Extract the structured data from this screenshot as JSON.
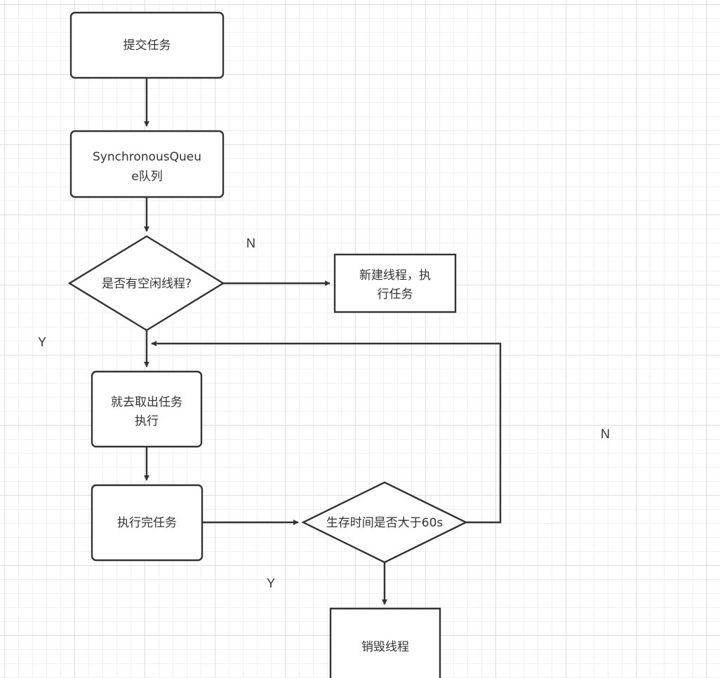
{
  "diagram": {
    "line_color": "#333333",
    "nodes": {
      "submit_task": {
        "lines": [
          "提交任务"
        ]
      },
      "sync_queue": {
        "lines": [
          "SynchronousQueu",
          "e队列"
        ]
      },
      "idle_thread_check": {
        "lines": [
          "是否有空闲线程?"
        ]
      },
      "new_thread": {
        "lines": [
          "新建线程，执",
          "行任务"
        ]
      },
      "take_task": {
        "lines": [
          "就去取出任务",
          "执行"
        ]
      },
      "finish_task": {
        "lines": [
          "执行完任务"
        ]
      },
      "alive_check": {
        "lines": [
          "生存时间是否大于60s"
        ]
      },
      "destroy_thread": {
        "lines": [
          "销毁线程"
        ]
      }
    },
    "edge_labels": {
      "idle_no": "N",
      "idle_yes": "Y",
      "alive_no": "N",
      "alive_yes": "Y"
    }
  }
}
